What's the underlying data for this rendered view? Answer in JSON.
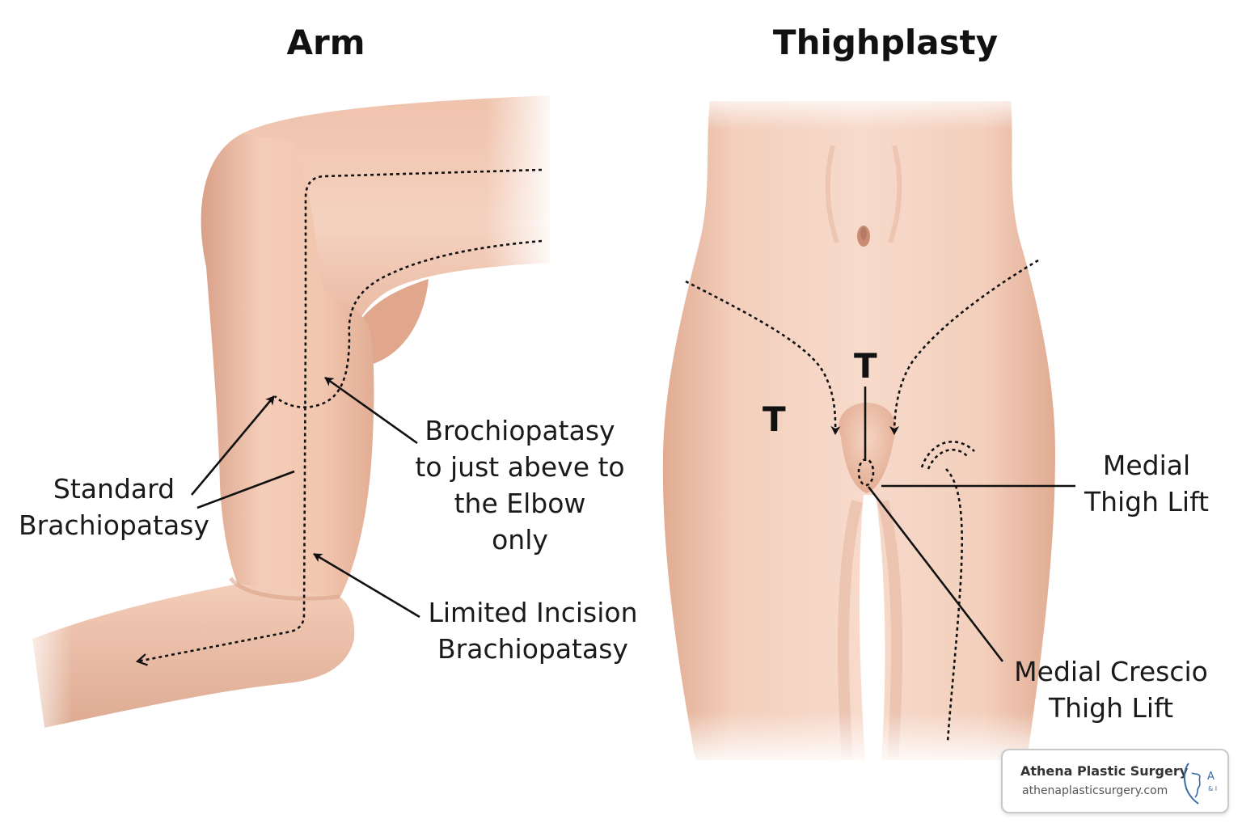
{
  "arm": {
    "title": "Arm",
    "labels": {
      "standard": [
        "Standard",
        "Brachiopatasy"
      ],
      "brochiopatasy": [
        "Brochiopatasy",
        "to just abeve to",
        "the Elbow",
        "only"
      ],
      "limited": [
        "Limited Incision",
        "Brachiopatasy"
      ]
    }
  },
  "thigh": {
    "title": "Thighplasty",
    "markers": {
      "left": "T",
      "center": "T"
    },
    "labels": {
      "medial": [
        "Medial",
        "Thigh Lift"
      ],
      "crescent": [
        "Medial Crescio",
        "Thigh Lift"
      ]
    }
  },
  "logo": {
    "name": "Athena Plastic Surgery",
    "url": "athenaplasticsurgery.com",
    "monogram": "A",
    "monogram_sub": "& I"
  },
  "colors": {
    "skin_light": "#f6d6c4",
    "skin_mid": "#e8b79f",
    "skin_shadow": "#cf9479",
    "ink": "#111111",
    "logo_accent": "#3a6ea5"
  }
}
